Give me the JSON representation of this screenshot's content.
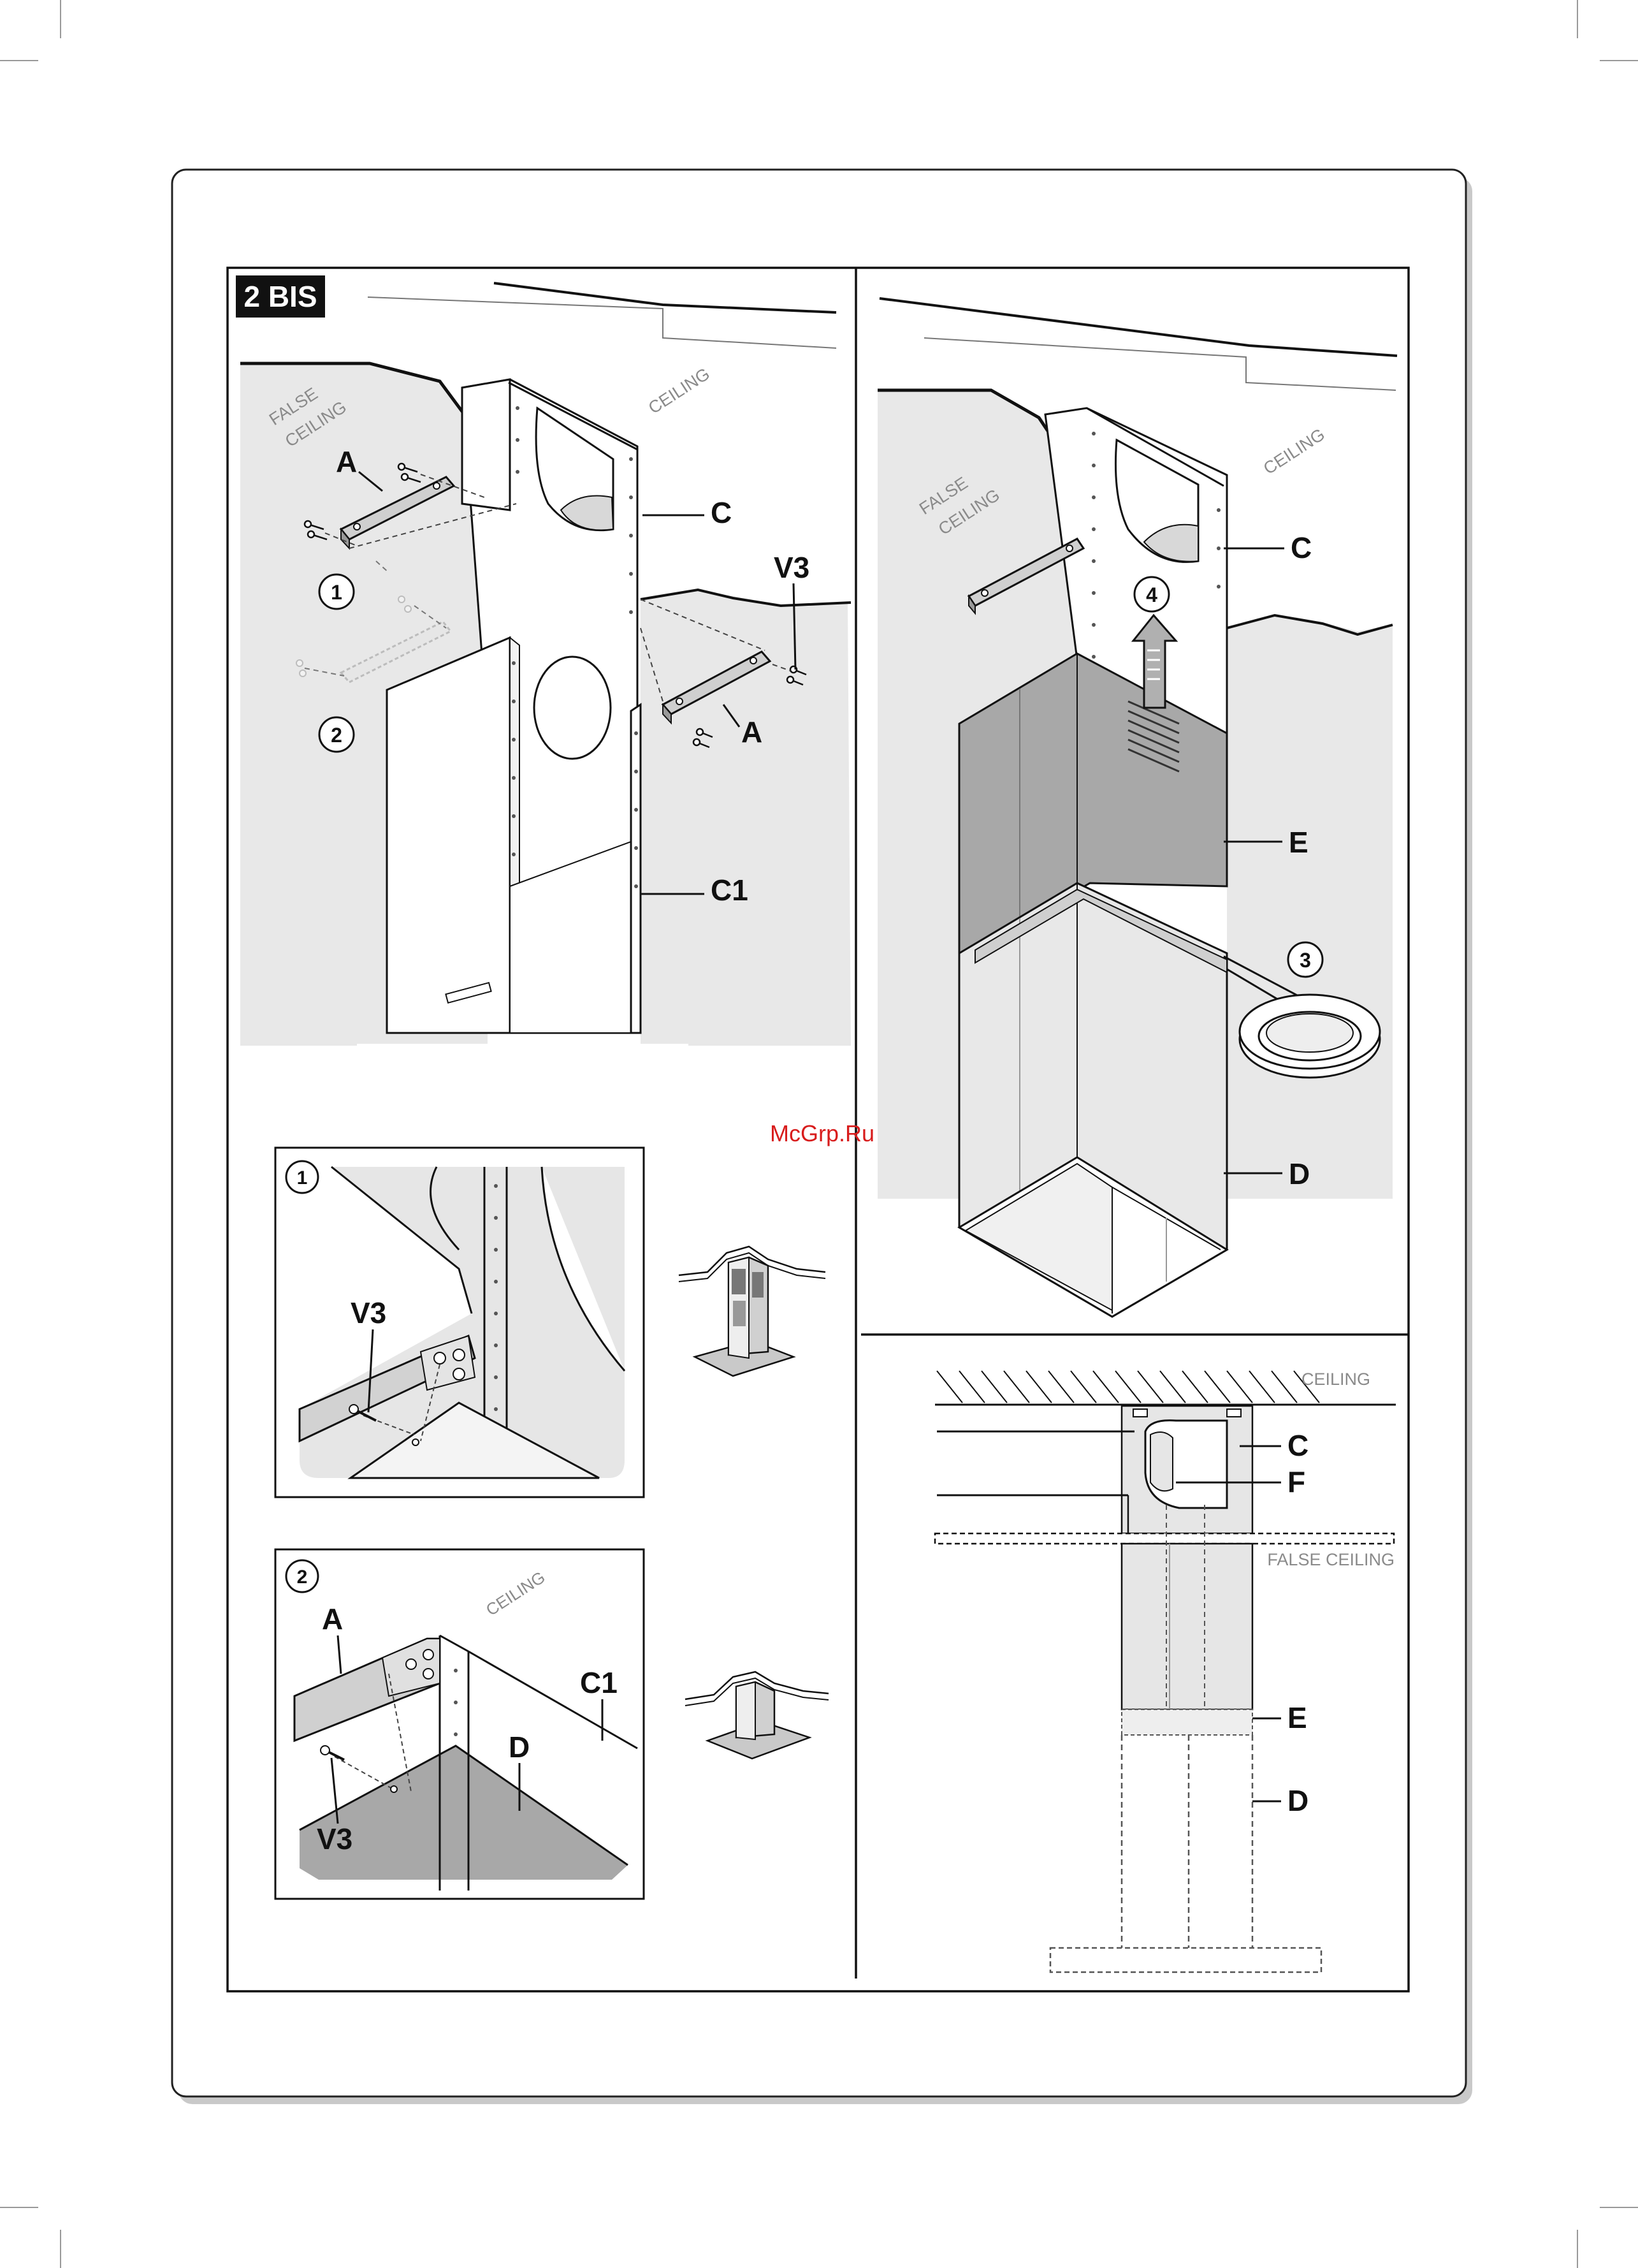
{
  "figure": {
    "badge": "2 BIS",
    "watermark": "McGrp.Ru",
    "labels": {
      "A": "A",
      "C": "C",
      "C1": "C1",
      "D": "D",
      "E": "E",
      "F": "F",
      "V3": "V3"
    },
    "terms": {
      "false_ceiling_line1": "FALSE",
      "false_ceiling_line2": "CEILING",
      "ceiling": "CEILING",
      "false_ceiling": "FALSE CEILING"
    },
    "steps": [
      "1",
      "2",
      "3",
      "4"
    ]
  },
  "colors": {
    "panel_grey": "#e6e6e6",
    "chimney_dark": "#a9a9a9",
    "chimney_light": "#e9e9e9",
    "watermark": "#d81c1c"
  }
}
